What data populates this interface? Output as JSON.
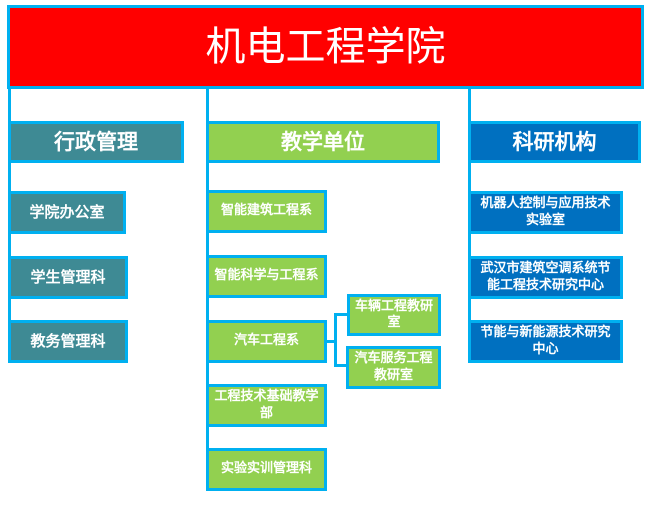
{
  "title": "机电工程学院",
  "columns": [
    {
      "header": "行政管理",
      "items": [
        "学院办公室",
        "学生管理科",
        "教务管理科"
      ]
    },
    {
      "header": "教学单位",
      "items": [
        "智能建筑工程系",
        "智能科学与工程系",
        "汽车工程系",
        "工程技术基础教学部",
        "实验实训管理科"
      ],
      "sub_items": [
        "车辆工程教研室",
        "汽车服务工程教研室"
      ]
    },
    {
      "header": "科研机构",
      "items": [
        "机器人控制与应用技术实验室",
        "武汉市建筑空调系统节能工程技术研究中心",
        "节能与新能源技术研究中心"
      ]
    }
  ],
  "colors": {
    "title": "#FF0000",
    "admin": "#3E8A94",
    "teaching": "#92D050",
    "research": "#0070C0",
    "border": "#00B0F0"
  }
}
